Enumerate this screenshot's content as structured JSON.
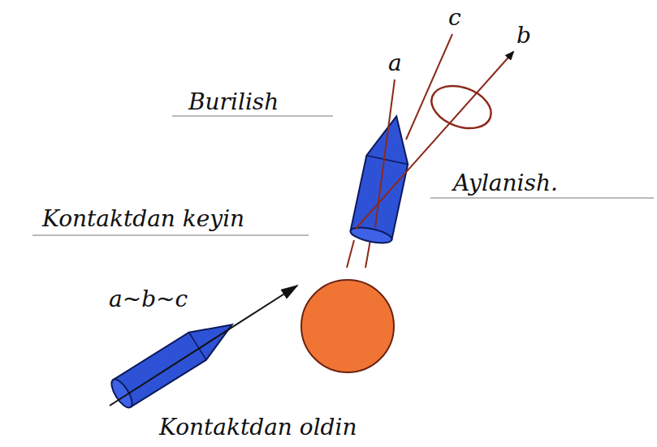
{
  "diagram": {
    "labels": [
      "Burilish",
      "Kontaktdan keyin",
      "Aylanish.",
      "a~b~c",
      "Kontaktdan oldin",
      "a",
      "c",
      "b"
    ]
  }
}
